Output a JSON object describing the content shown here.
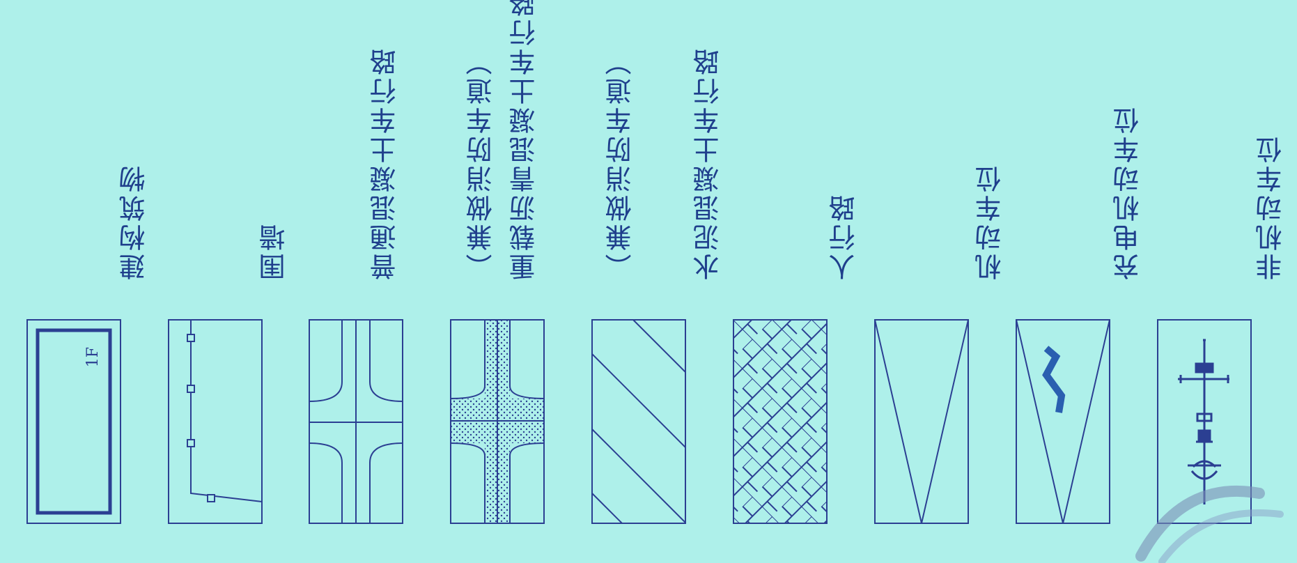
{
  "colors": {
    "background": "#aef0ea",
    "line": "#2b3f92",
    "accent": "#2a5fb0",
    "stamp": "#7a8fb5"
  },
  "legend": {
    "items": [
      {
        "key": "building",
        "label_lines": [
          "建构筑物"
        ],
        "symbol_text": "1F",
        "icon": "building-outline-icon"
      },
      {
        "key": "fence",
        "label_lines": [
          "围墙"
        ],
        "icon": "fence-wall-icon"
      },
      {
        "key": "concrete-road",
        "label_lines": [
          "普通混凝土车行路",
          "（兼做消防车道）"
        ],
        "icon": "road-intersection-icon"
      },
      {
        "key": "asphalt-road",
        "label_lines": [
          "重载沥青混凝土车行路",
          "（兼做消防车道）"
        ],
        "icon": "asphalt-intersection-icon"
      },
      {
        "key": "cement-road",
        "label_lines": [
          "水泥混凝土车行路"
        ],
        "icon": "diagonal-hatch-icon"
      },
      {
        "key": "sidewalk",
        "label_lines": [
          "人行路"
        ],
        "icon": "brick-pattern-icon"
      },
      {
        "key": "car-parking",
        "label_lines": [
          "机动车位"
        ],
        "icon": "parking-triangle-icon"
      },
      {
        "key": "ev-parking",
        "label_lines": [
          "充电机动车位"
        ],
        "icon": "ev-charging-parking-icon"
      },
      {
        "key": "bike-parking",
        "label_lines": [
          "非机动车位"
        ],
        "icon": "bicycle-icon"
      }
    ]
  }
}
